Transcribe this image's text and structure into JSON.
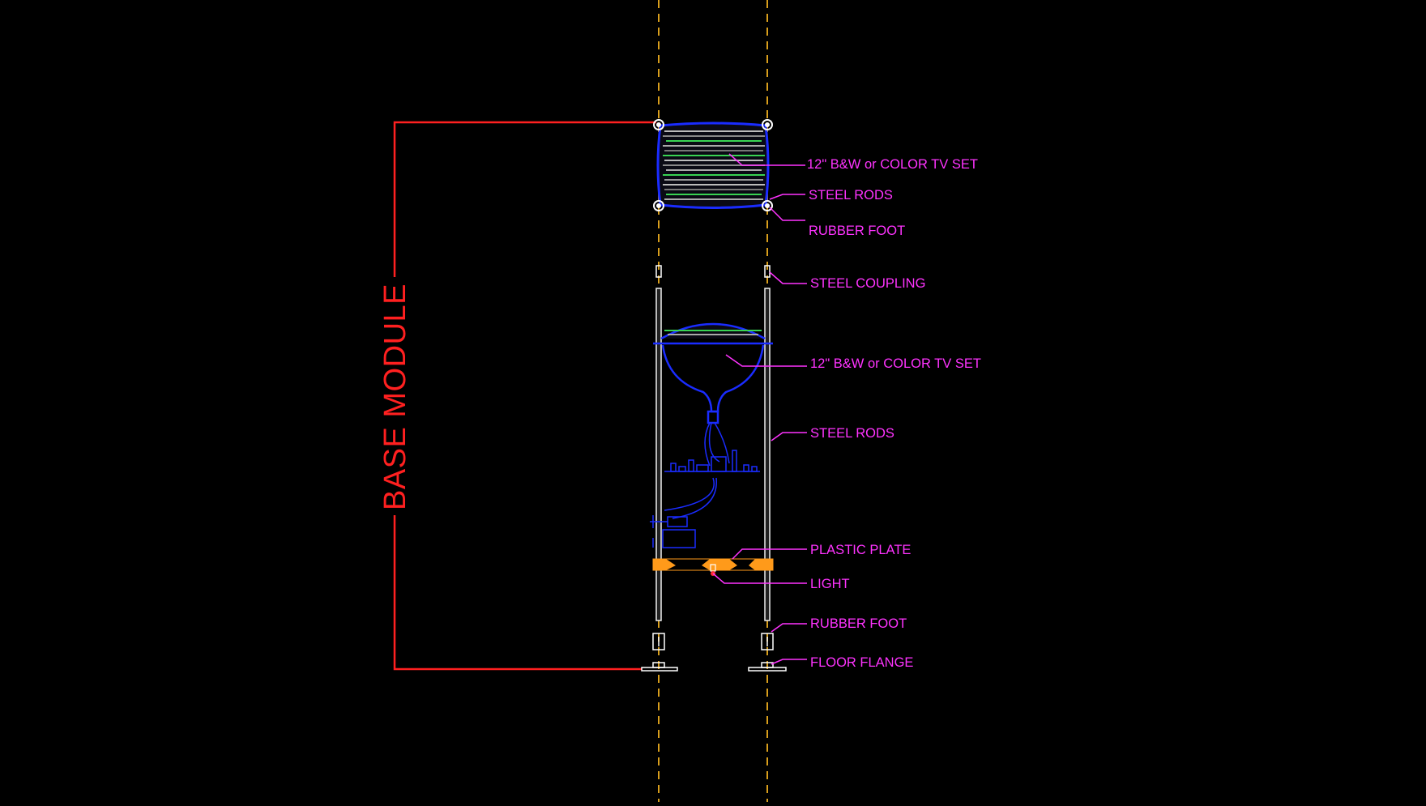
{
  "side_label": "BASE MODULE",
  "colors": {
    "background": "#000000",
    "callout": "#ff33ff",
    "bracket": "#ff2020",
    "centerline": "#f0b020",
    "outline": "#1a2cff",
    "plate": "#ff9a1a",
    "rod": "#f0f0f0",
    "screen_green": "#39d353"
  },
  "callouts": [
    {
      "id": "tv-set-top",
      "text": "12\" B&W or COLOR TV SET"
    },
    {
      "id": "steel-rods-top",
      "text": "STEEL RODS"
    },
    {
      "id": "rubber-foot-top",
      "text": "RUBBER FOOT"
    },
    {
      "id": "steel-coupling",
      "text": "STEEL COUPLING"
    },
    {
      "id": "tv-set-mid",
      "text": "12\" B&W or COLOR TV SET"
    },
    {
      "id": "steel-rods-mid",
      "text": "STEEL RODS"
    },
    {
      "id": "plastic-plate",
      "text": "PLASTIC PLATE"
    },
    {
      "id": "light",
      "text": "LIGHT"
    },
    {
      "id": "rubber-foot-bottom",
      "text": "RUBBER FOOT"
    },
    {
      "id": "floor-flange",
      "text": "FLOOR FLANGE"
    }
  ]
}
